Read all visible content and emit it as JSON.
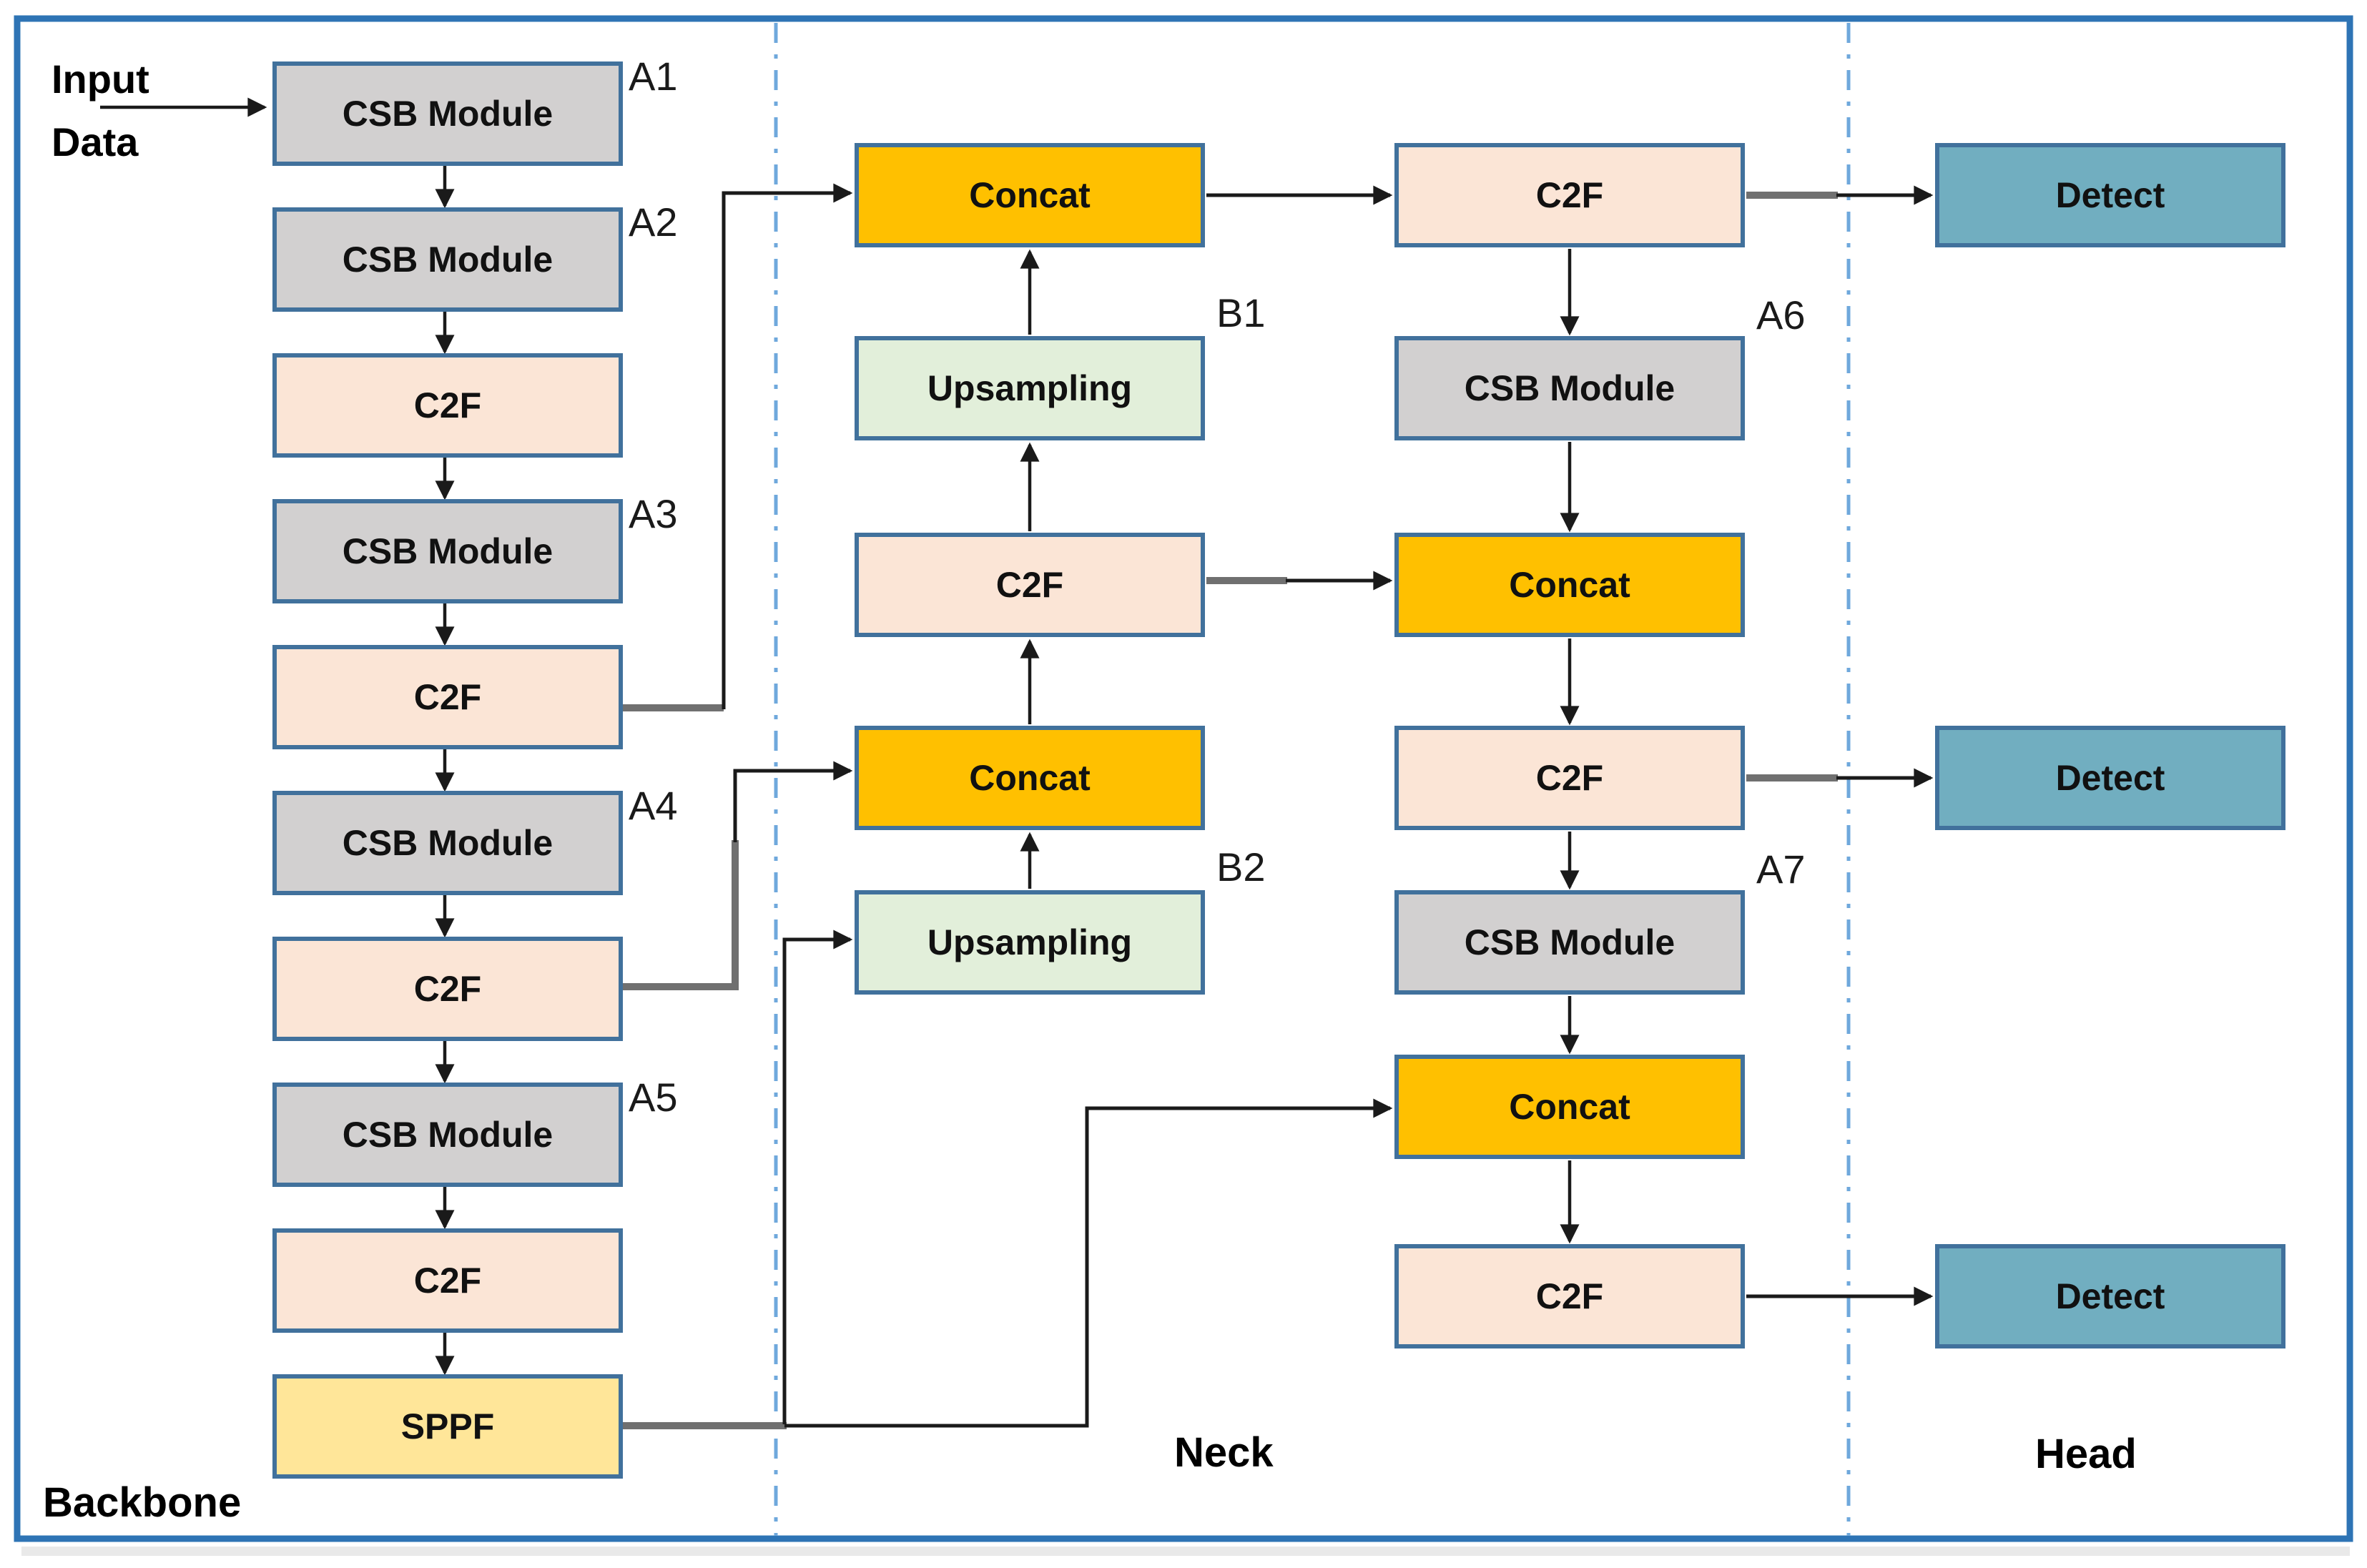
{
  "sections": {
    "backbone": "Backbone",
    "neck": "Neck",
    "head": "Head"
  },
  "input": {
    "line1": "Input",
    "line2": "Data"
  },
  "nodes": {
    "a1": {
      "label": "CSB Module",
      "tag": "A1"
    },
    "a2": {
      "label": "CSB Module",
      "tag": "A2"
    },
    "bb_c2f1": {
      "label": "C2F"
    },
    "a3": {
      "label": "CSB Module",
      "tag": "A3"
    },
    "bb_c2f2": {
      "label": "C2F"
    },
    "a4": {
      "label": "CSB Module",
      "tag": "A4"
    },
    "bb_c2f3": {
      "label": "C2F"
    },
    "a5": {
      "label": "CSB Module",
      "tag": "A5"
    },
    "bb_c2f4": {
      "label": "C2F"
    },
    "sppf": {
      "label": "SPPF"
    },
    "n_concat1": {
      "label": "Concat"
    },
    "b1": {
      "label": "Upsampling",
      "tag": "B1"
    },
    "n_c2f": {
      "label": "C2F"
    },
    "n_concat2": {
      "label": "Concat"
    },
    "b2": {
      "label": "Upsampling",
      "tag": "B2"
    },
    "r_c2f1": {
      "label": "C2F"
    },
    "a6": {
      "label": "CSB Module",
      "tag": "A6"
    },
    "r_concat1": {
      "label": "Concat"
    },
    "r_c2f2": {
      "label": "C2F"
    },
    "a7": {
      "label": "CSB Module",
      "tag": "A7"
    },
    "r_concat2": {
      "label": "Concat"
    },
    "r_c2f3": {
      "label": "C2F"
    },
    "detect1": {
      "label": "Detect"
    },
    "detect2": {
      "label": "Detect"
    },
    "detect3": {
      "label": "Detect"
    }
  },
  "colors": {
    "csb_module": "#D2D0D0",
    "c2f": "#FBE5D6",
    "concat": "#FFC000",
    "upsampling": "#E2EFDA",
    "sppf": "#FFE699",
    "detect": "#71AEC0",
    "box_border": "#41719C",
    "outer_frame": "#2E74B5",
    "divider": "#6FA8DC",
    "connector": "#1a1a1a",
    "connector_gray": "#707070"
  }
}
